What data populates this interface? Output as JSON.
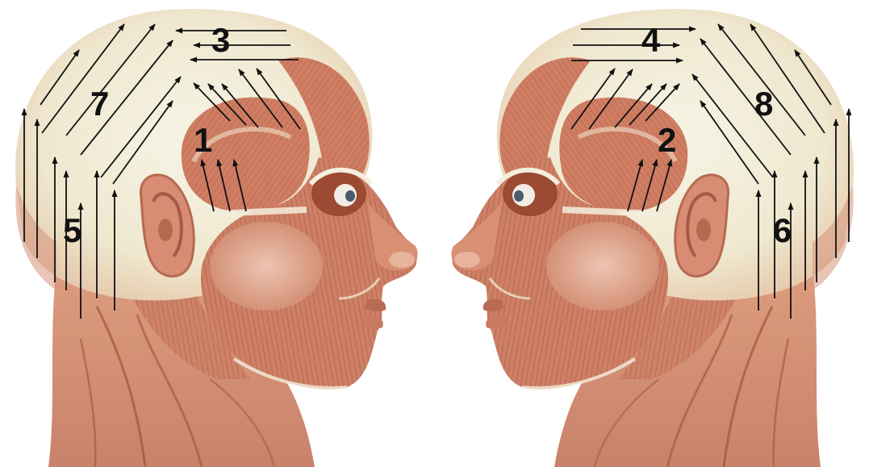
{
  "labels": [
    "1",
    "2",
    "3",
    "4",
    "5",
    "6",
    "7",
    "8"
  ],
  "colors": {
    "skin_base": "#e2a488",
    "skin_dark": "#b9664b",
    "skin_light": "#f0c9b4",
    "muscle": "#c8745a",
    "muscle_dark": "#9a4a34",
    "tendon": "#f3efdc",
    "scalp": "#f4f1df",
    "arrow": "#111111"
  },
  "icons": {
    "arrow": "arrow-head-icon",
    "head": "head-muscle-illustration"
  }
}
